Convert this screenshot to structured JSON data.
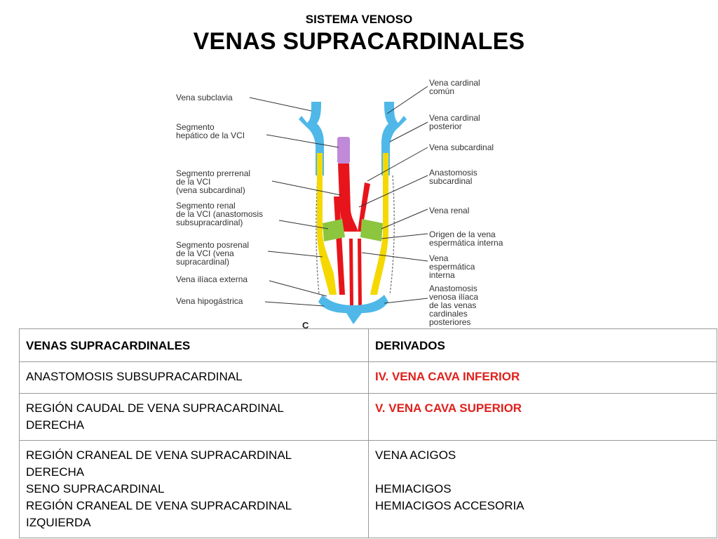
{
  "header": {
    "kicker": "SISTEMA VENOSO",
    "title": "VENAS SUPRACARDINALES"
  },
  "figure": {
    "letter": "C",
    "labels_left": [
      "Vena subclavia",
      "Segmento",
      "hepático de la VCI",
      "Segmento prerrenal",
      "de la VCI",
      "(vena subcardinal)",
      "Segmento renal",
      "de la VCI (anastomosis",
      "subsupracardinal)",
      "Segmento posrenal",
      "de la VCI (vena",
      "supracardinal)",
      "Vena ilíaca externa",
      "Vena hipogástrica"
    ],
    "labels_right": [
      "Vena cardinal",
      "común",
      "Vena cardinal",
      "posterior",
      "Vena subcardinal",
      "Anastomosis",
      "subcardinal",
      "Vena renal",
      "Origen de la vena",
      "espermática interna",
      "Vena",
      "espermática",
      "interna",
      "Anastomosis",
      "venosa ilíaca",
      "de las venas",
      "cardinales",
      "posteriores"
    ],
    "colors": {
      "blue": "#4fb8e8",
      "yellow": "#f5d800",
      "red": "#e8141b",
      "green": "#8cc63f",
      "purple": "#c08ad8"
    }
  },
  "table": {
    "header": [
      "VENAS SUPRACARDINALES",
      "DERIVADOS"
    ],
    "rows": [
      {
        "left": [
          "ANASTOMOSIS SUBSUPRACARDINAL"
        ],
        "right": [
          "IV. VENA CAVA INFERIOR"
        ]
      },
      {
        "left": [
          "REGIÓN CAUDAL DE VENA SUPRACARDINAL",
          "DERECHA"
        ],
        "right": [
          "V. VENA CAVA SUPERIOR"
        ]
      },
      {
        "left": [
          "REGIÓN CRANEAL DE VENA SUPRACARDINAL",
          "DERECHA",
          "SENO SUPRACARDINAL",
          "REGIÓN CRANEAL DE VENA SUPRACARDINAL",
          "IZQUIERDA"
        ],
        "right": [
          "VENA ACIGOS",
          "HEMIACIGOS",
          "HEMIACIGOS ACCESORIA"
        ]
      }
    ]
  }
}
